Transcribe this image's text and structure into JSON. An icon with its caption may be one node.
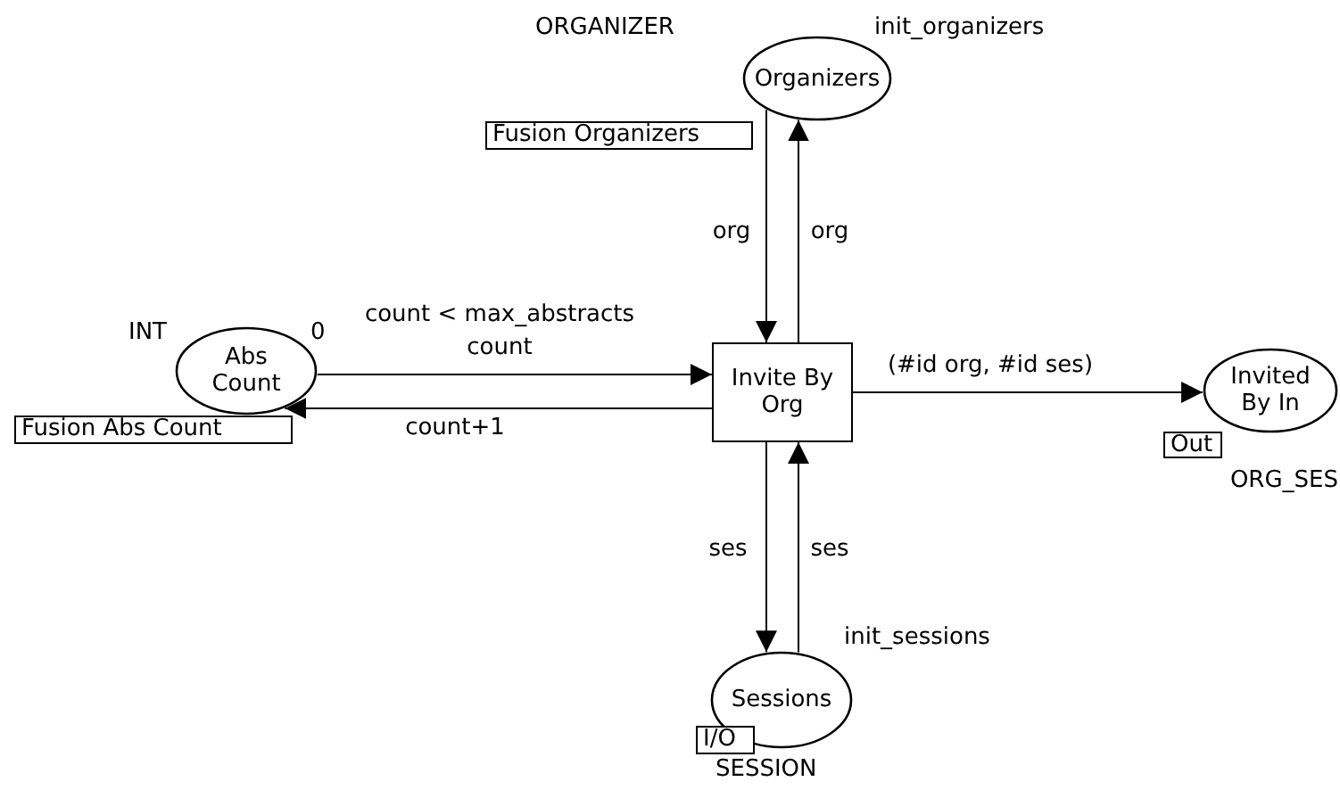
{
  "diagram": {
    "nodes": [
      {
        "text": [
          "Organizers"
        ],
        "beside": [
          "ORGANIZER",
          "init_organizers"
        ]
      },
      {
        "text": [
          "Fusion Organizers"
        ]
      },
      {
        "text": [
          "Abs Count"
        ],
        "beside": [
          "INT",
          "0"
        ]
      },
      {
        "text": [
          "Fusion Abs Count"
        ]
      },
      {
        "text": [
          "Invite By Org"
        ],
        "beside": [
          "count < max_abstracts"
        ]
      },
      {
        "text": [
          "Invited By In"
        ]
      },
      {
        "text": [
          "Out"
        ]
      },
      {
        "text": [
          "Sessions"
        ],
        "beside": [
          "init_sessions",
          "SESSION"
        ]
      },
      {
        "text": [
          "I/O"
        ]
      }
    ],
    "edges": [
      {
        "from": 0,
        "to": 4,
        "arrow": "to",
        "label": "org"
      },
      {
        "from": 4,
        "to": 0,
        "arrow": "to",
        "label": "org"
      },
      {
        "from": 2,
        "to": 4,
        "arrow": "to",
        "label": "count"
      },
      {
        "from": 4,
        "to": 2,
        "arrow": "to",
        "label": "count+1"
      },
      {
        "from": 4,
        "to": 5,
        "arrow": "to",
        "label": "(#id org, #id ses)"
      },
      {
        "from": 4,
        "to": 7,
        "arrow": "to",
        "label": "ses"
      },
      {
        "from": 7,
        "to": 4,
        "arrow": "to",
        "label": "ses"
      }
    ],
    "labels": [
      "ORG_SES"
    ]
  }
}
